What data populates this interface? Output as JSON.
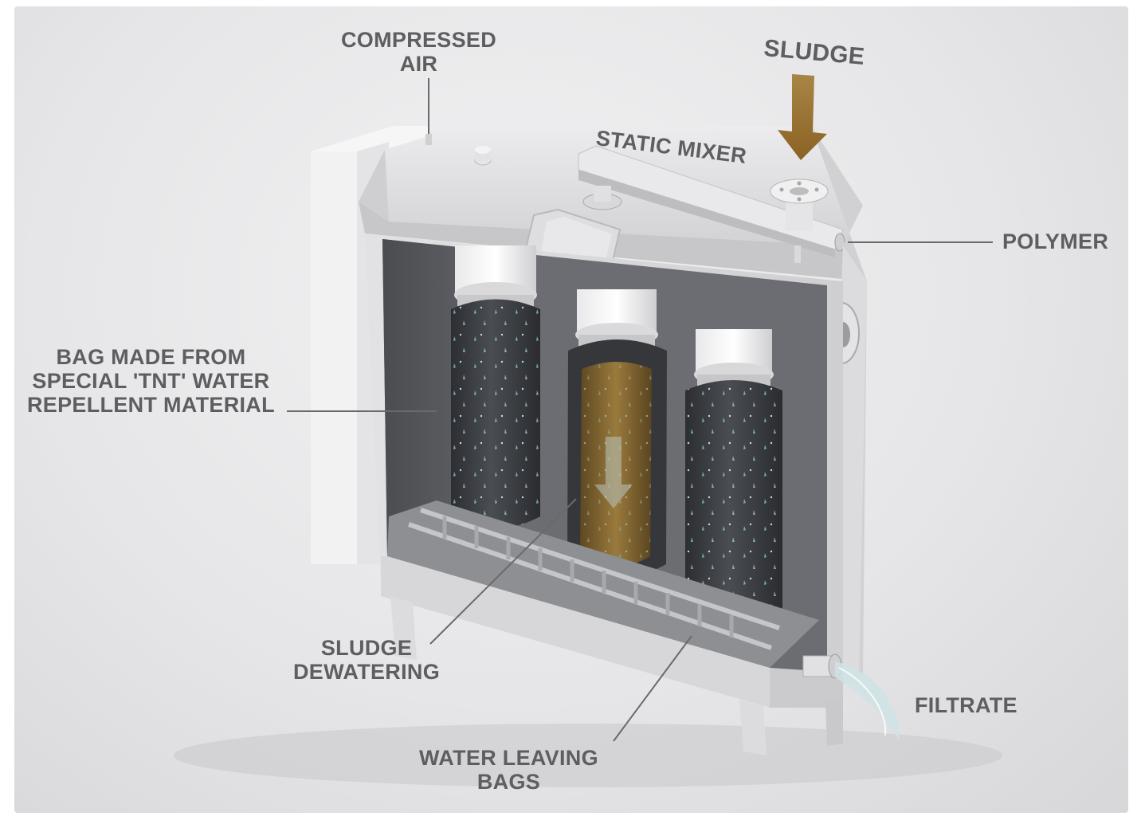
{
  "labels": {
    "compressed_air": [
      "COMPRESSED",
      "AIR"
    ],
    "sludge": "SLUDGE",
    "static_mixer": "STATIC MIXER",
    "polymer": "POLYMER",
    "bag_material": [
      "BAG MADE FROM",
      "SPECIAL 'TNT' WATER",
      "REPELLENT MATERIAL"
    ],
    "sludge_dewatering": [
      "SLUDGE",
      "DEWATERING"
    ],
    "water_leaving_bags": [
      "WATER LEAVING",
      "BAGS"
    ],
    "filtrate": "FILTRATE"
  },
  "colors": {
    "label_text": "#5e5e60",
    "leader_line": "#6a6a6c",
    "housing": "#d9d9db",
    "bag_dark": "#3b3d41",
    "sludge_brown": "#8a6a32",
    "water_droplet": "#8fd6e0"
  }
}
